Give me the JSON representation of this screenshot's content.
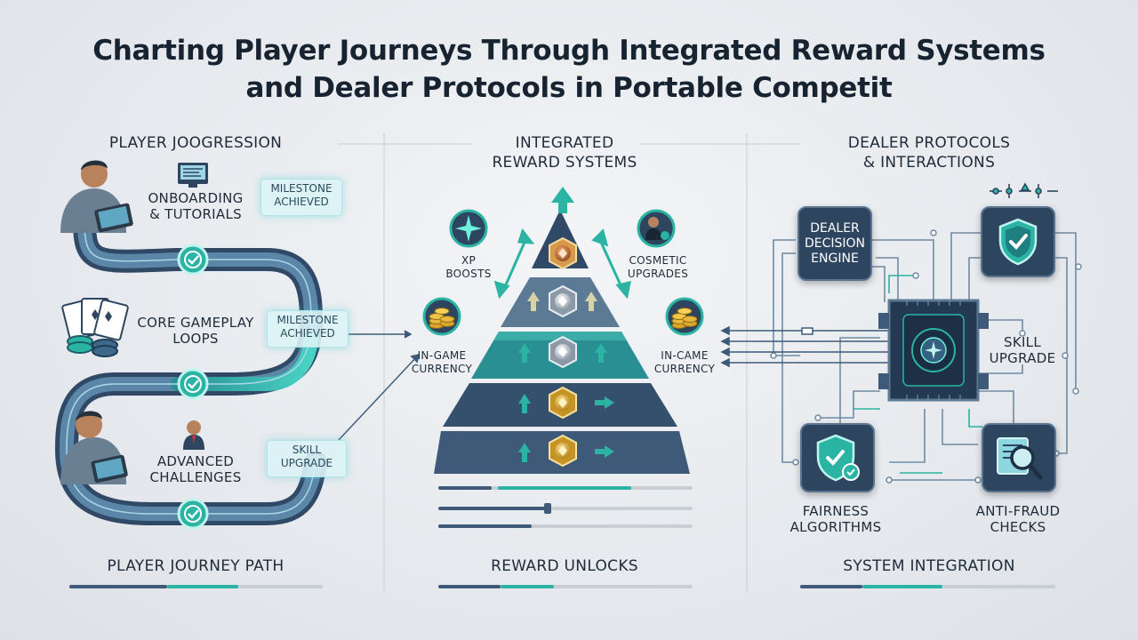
{
  "title": {
    "line1": "Charting Player Journeys Through Integrated Reward Systems",
    "line2": "and Dealer Protocols in Portable Competit"
  },
  "left": {
    "heading": "PLAYER JOOGRESSION",
    "onboarding_line1": "ONBOARDING",
    "onboarding_line2": "& TUTORIALS",
    "core_line1": "CORE GAMEPLAY",
    "core_line2": "LOOPS",
    "advanced_line1": "ADVANCED",
    "advanced_line2": "CHALLENGES",
    "chip1_line1": "MILESTONE",
    "chip1_line2": "ACHIEVED",
    "chip2_line1": "MILESTONE",
    "chip2_line2": "ACHIEVED",
    "chip3_line1": "SKILL",
    "chip3_line2": "UPGRADE",
    "footer": "PLAYER JOURNEY PATH"
  },
  "center": {
    "heading_line1": "INTEGRATED",
    "heading_line2": "REWARD SYSTEMS",
    "xp_line1": "XP",
    "xp_line2": "BOOSTS",
    "cosmetic_line1": "COSMETIC",
    "cosmetic_line2": "UPGRADES",
    "currency_left_line1": "IN-GAME",
    "currency_left_line2": "CURRENCY",
    "currency_right_line1": "IN-CAME",
    "currency_right_line2": "CURRENCY",
    "footer": "REWARD UNLOCKS"
  },
  "right": {
    "heading_line1": "DEALER PROTOCOLS",
    "heading_line2": "& INTERACTIONS",
    "engine_line1": "DEALER",
    "engine_line2": "DECISION",
    "engine_line3": "ENGINE",
    "skill_line1": "SKILL",
    "skill_line2": "UPGRADE",
    "fairness_line1": "FAIRNESS",
    "fairness_line2": "ALGORITHMS",
    "antifraud_line1": "ANTI-FRAUD",
    "antifraud_line2": "CHECKS",
    "footer": "SYSTEM INTEGRATION"
  },
  "colors": {
    "navy": "#2e4560",
    "teal": "#2bb3a3",
    "accent": "#4fd6c8",
    "gold": "#d4a32a",
    "bronze": "#c8743a"
  }
}
